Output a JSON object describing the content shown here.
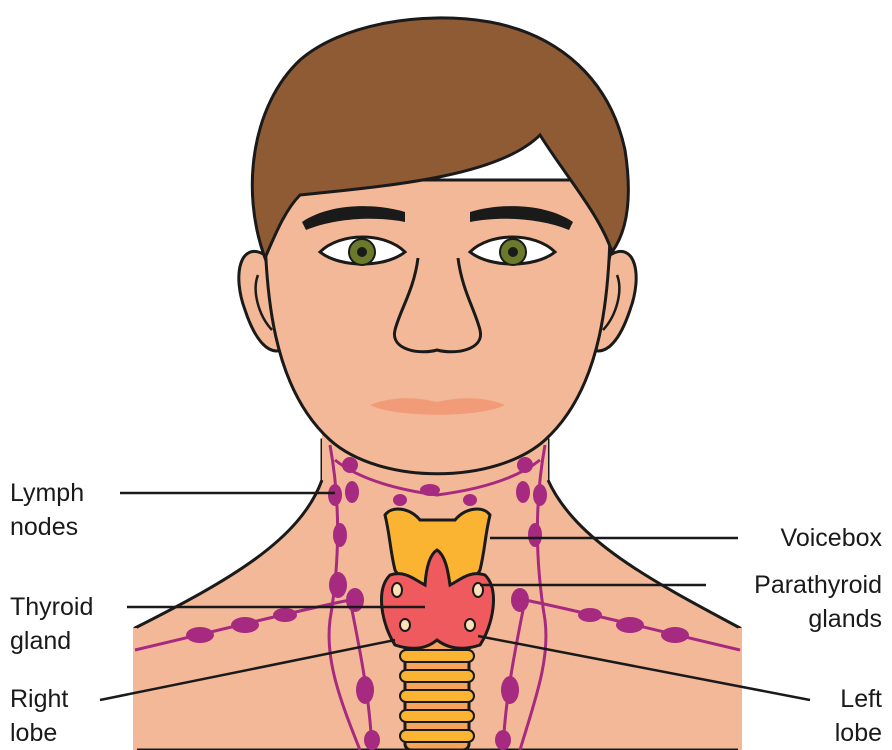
{
  "colors": {
    "skin": "#f2b897",
    "hair": "#8e5b35",
    "outline": "#1a1a1a",
    "lymph_node": "#a62a80",
    "lymph_vessel": "#a62a80",
    "voicebox": "#fbb431",
    "thyroid": "#ef5a5f",
    "parathyroid": "#fde0b8",
    "trachea": "#f7a45a",
    "iris": "#6b7a2a",
    "lips": "#f29b78"
  },
  "labels": {
    "lymph_nodes": [
      "Lymph",
      "nodes"
    ],
    "thyroid_gland": [
      "Thyroid",
      "gland"
    ],
    "right_lobe": [
      "Right",
      "lobe"
    ],
    "voicebox": [
      "Voicebox"
    ],
    "parathyroid_glands": [
      "Parathyroid",
      "glands"
    ],
    "left_lobe": [
      "Left",
      "lobe"
    ]
  }
}
